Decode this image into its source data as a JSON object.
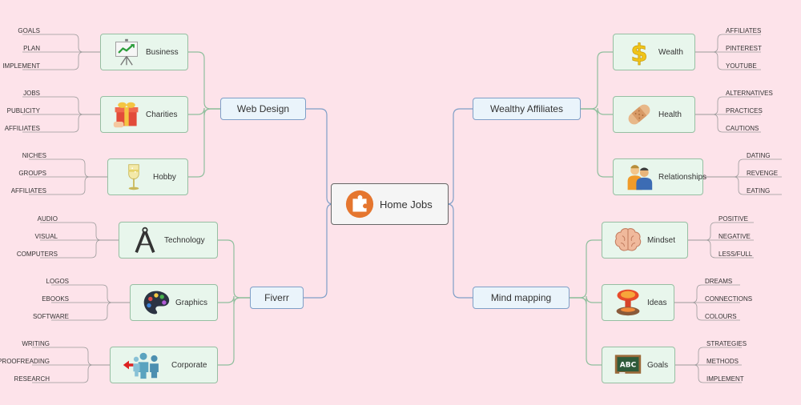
{
  "center": {
    "label": "Home Jobs",
    "icon": "puzzle-piece-icon"
  },
  "branches": [
    {
      "label": "Web Design",
      "children": [
        {
          "label": "Business",
          "icon": "presentation-chart-icon",
          "leaves": [
            "GOALS",
            "PLAN",
            "IMPLEMENT"
          ]
        },
        {
          "label": "Charities",
          "icon": "gift-icon",
          "leaves": [
            "JOBS",
            "PUBLICITY",
            "AFFILIATES"
          ]
        },
        {
          "label": "Hobby",
          "icon": "champagne-glass-icon",
          "leaves": [
            "NICHES",
            "GROUPS",
            "AFFILIATES"
          ]
        }
      ]
    },
    {
      "label": "Fiverr",
      "children": [
        {
          "label": "Technology",
          "icon": "compass-icon",
          "leaves": [
            "AUDIO",
            "VISUAL",
            "COMPUTERS"
          ]
        },
        {
          "label": "Graphics",
          "icon": "paint-palette-icon",
          "leaves": [
            "LOGOS",
            "EBOOKS",
            "SOFTWARE"
          ]
        },
        {
          "label": "Corporate",
          "icon": "team-arrow-icon",
          "leaves": [
            "WRITING",
            "PROOFREADING",
            "RESEARCH"
          ]
        }
      ]
    },
    {
      "label": "Wealthy Affiliates",
      "children": [
        {
          "label": "Wealth",
          "icon": "dollar-sign-icon",
          "leaves": [
            "AFFILIATES",
            "PINTEREST",
            "YOUTUBE"
          ]
        },
        {
          "label": "Health",
          "icon": "bandage-icon",
          "leaves": [
            "ALTERNATIVES",
            "PRACTICES",
            "CAUTIONS"
          ]
        },
        {
          "label": "Relationships",
          "icon": "couple-icon",
          "leaves": [
            "DATING",
            "REVENGE",
            "EATING"
          ]
        }
      ]
    },
    {
      "label": "Mind mapping",
      "children": [
        {
          "label": "Mindset",
          "icon": "brain-icon",
          "leaves": [
            "POSITIVE",
            "NEGATIVE",
            "LESS/FULL"
          ]
        },
        {
          "label": "Ideas",
          "icon": "explosion-icon",
          "leaves": [
            "DREAMS",
            "CONNECTIONS",
            "COLOURS"
          ]
        },
        {
          "label": "Goals",
          "icon": "chalkboard-abc-icon",
          "leaves": [
            "STRATEGIES",
            "METHODS",
            "IMPLEMENT"
          ]
        }
      ]
    }
  ],
  "colors": {
    "background": "#fde3ea",
    "branch_line": "#7f9fc7",
    "sub_line": "#8fbf9d",
    "leaf_line": "#9a9a9a",
    "child_fill": "#e8f6ec",
    "branch_fill": "#eaf4fb"
  }
}
